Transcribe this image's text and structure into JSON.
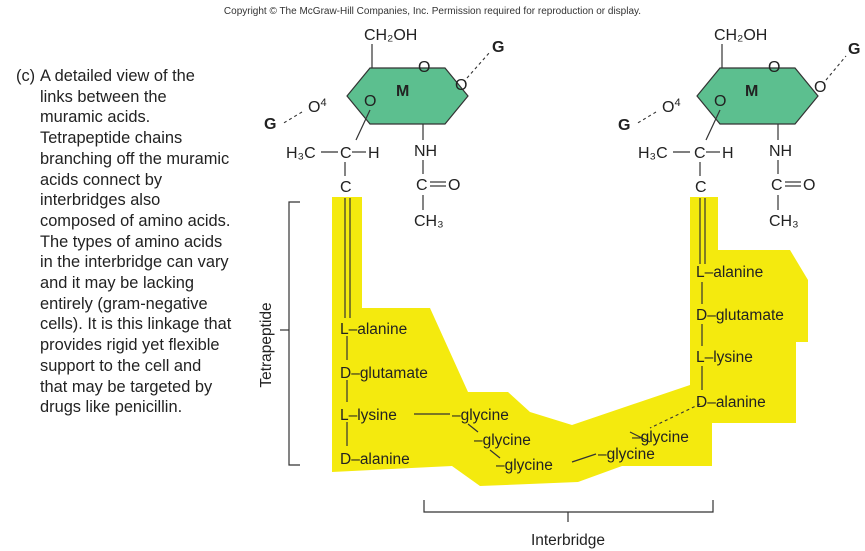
{
  "copyright": "Copyright © The McGraw-Hill Companies, Inc. Permission required for reproduction or display.",
  "caption": {
    "label": "(c)",
    "text": "A detailed view of the links between the muramic acids. Tetrapeptide chains branching off the muramic acids connect by interbridges also composed of amino acids. The types of amino acids in the interbridge can vary and it may be lacking entirely (gram-negative cells). It is this linkage that provides rigid yet flexible support to the cell and that may be targeted by drugs like penicillin."
  },
  "colors": {
    "sugar_fill": "#5cbf8f",
    "peptide_fill": "#f4ea0e",
    "line": "#333333"
  },
  "molecules": {
    "ring_label": "M",
    "ring_oxygen": "O",
    "ch2oh": "CH₂OH",
    "g_label": "G",
    "o4": "O",
    "o4_sup": "4",
    "ch3_left": "H₃C",
    "c_center": "C",
    "h_right": "H",
    "nh": "NH",
    "co": "C",
    "co_o": "O",
    "ch3": "CH₃",
    "c_chain": "C"
  },
  "left_chain": [
    "L–alanine",
    "D–glutamate",
    "L–lysine",
    "D–alanine"
  ],
  "right_chain": [
    "L–alanine",
    "D–glutamate",
    "L–lysine",
    "D–alanine"
  ],
  "interbridge": [
    "–glycine",
    "–glycine",
    "–glycine",
    "–glycine",
    "–glycine"
  ],
  "labels": {
    "tetrapeptide": "Tetrapeptide",
    "interbridge": "Interbridge"
  }
}
